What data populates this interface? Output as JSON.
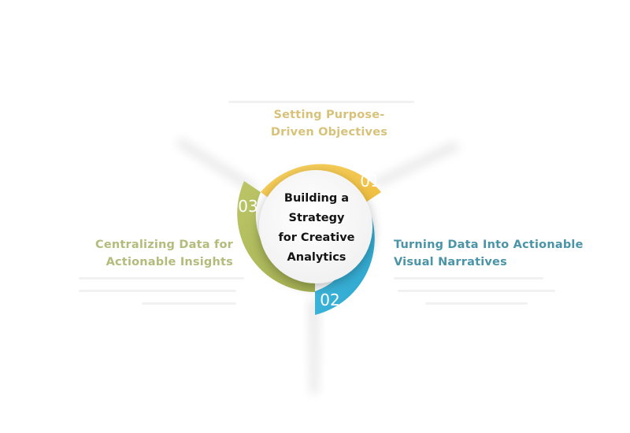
{
  "center": {
    "lines": [
      "Building a",
      "Strategy",
      "for Creative",
      "Analytics"
    ]
  },
  "steps": [
    {
      "number": "01",
      "title_lines": [
        "Setting Purpose-",
        "Driven Objectives"
      ],
      "color": "#f6c94f",
      "text_color": "#d8c27a"
    },
    {
      "number": "02",
      "title_lines": [
        "Turning Data Into Actionable",
        "Visual Narratives"
      ],
      "color": "#3fb4d8",
      "text_color": "#4a94a8"
    },
    {
      "number": "03",
      "title_lines": [
        "Centralizing Data for",
        "Actionable Insights"
      ],
      "color": "#b2be5e",
      "text_color": "#b4bc7c"
    }
  ]
}
